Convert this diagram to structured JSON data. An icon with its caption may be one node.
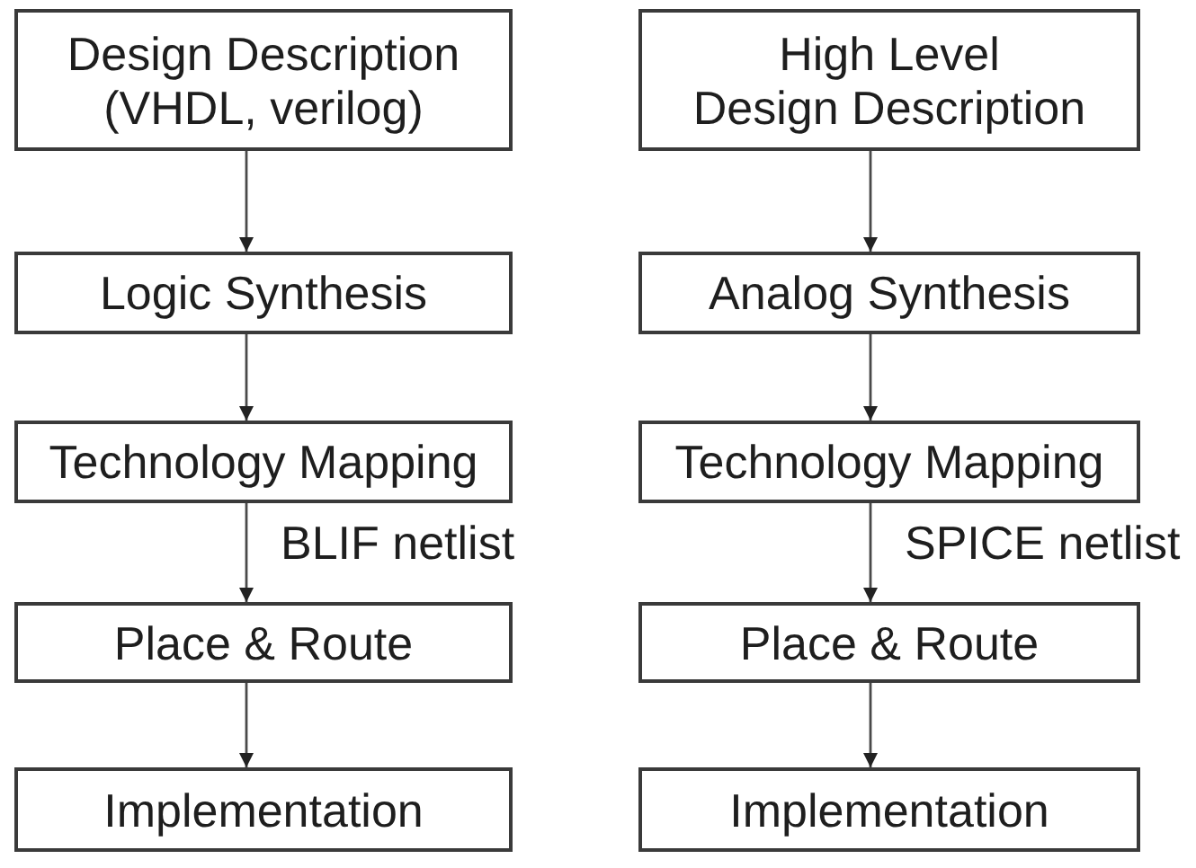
{
  "diagram": {
    "nodes": [
      {
        "text": [
          "Design Description (VHDL, verilog)"
        ]
      },
      {
        "text": [
          "Logic Synthesis"
        ]
      },
      {
        "text": [
          "Technology Mapping"
        ]
      },
      {
        "text": [
          "Place & Route"
        ]
      },
      {
        "text": [
          "Implementation"
        ]
      },
      {
        "text": [
          "High Level Design Description"
        ]
      },
      {
        "text": [
          "Analog Synthesis"
        ]
      },
      {
        "text": [
          "Technology Mapping"
        ]
      },
      {
        "text": [
          "Place & Route"
        ]
      },
      {
        "text": [
          "Implementation"
        ]
      }
    ],
    "edges": [
      {
        "from": 0,
        "to": 1,
        "arrow": "to"
      },
      {
        "from": 1,
        "to": 2,
        "arrow": "to"
      },
      {
        "from": 2,
        "to": 3,
        "arrow": "to",
        "label": "BLIF netlist"
      },
      {
        "from": 3,
        "to": 4,
        "arrow": "to"
      },
      {
        "from": 5,
        "to": 6,
        "arrow": "to"
      },
      {
        "from": 6,
        "to": 7,
        "arrow": "to"
      },
      {
        "from": 7,
        "to": 8,
        "arrow": "to",
        "label": "SPICE netlist"
      },
      {
        "from": 8,
        "to": 9,
        "arrow": "to"
      }
    ]
  }
}
